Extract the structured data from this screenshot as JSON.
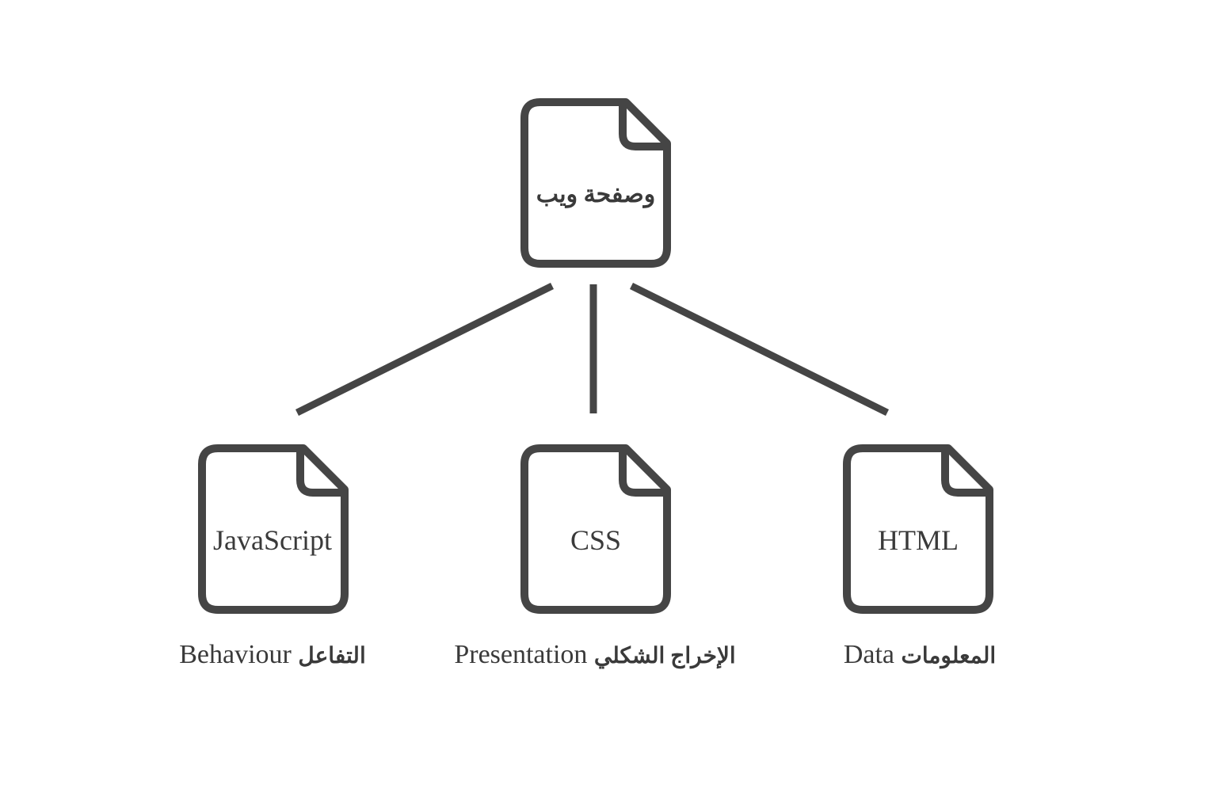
{
  "diagram": {
    "root": {
      "icon": "file-icon",
      "label": "وصفحة ويب"
    },
    "children": [
      {
        "icon": "file-icon",
        "label": "JavaScript",
        "caption_en": "Behaviour",
        "caption_ar": "التفاعل"
      },
      {
        "icon": "file-icon",
        "label": "CSS",
        "caption_en": "Presentation",
        "caption_ar": "الإخراج الشكلي"
      },
      {
        "icon": "file-icon",
        "label": "HTML",
        "caption_en": "Data",
        "caption_ar": "المعلومات"
      }
    ],
    "colors": {
      "stroke": "#454545",
      "text": "#3a3a3a",
      "background": "#ffffff"
    }
  }
}
